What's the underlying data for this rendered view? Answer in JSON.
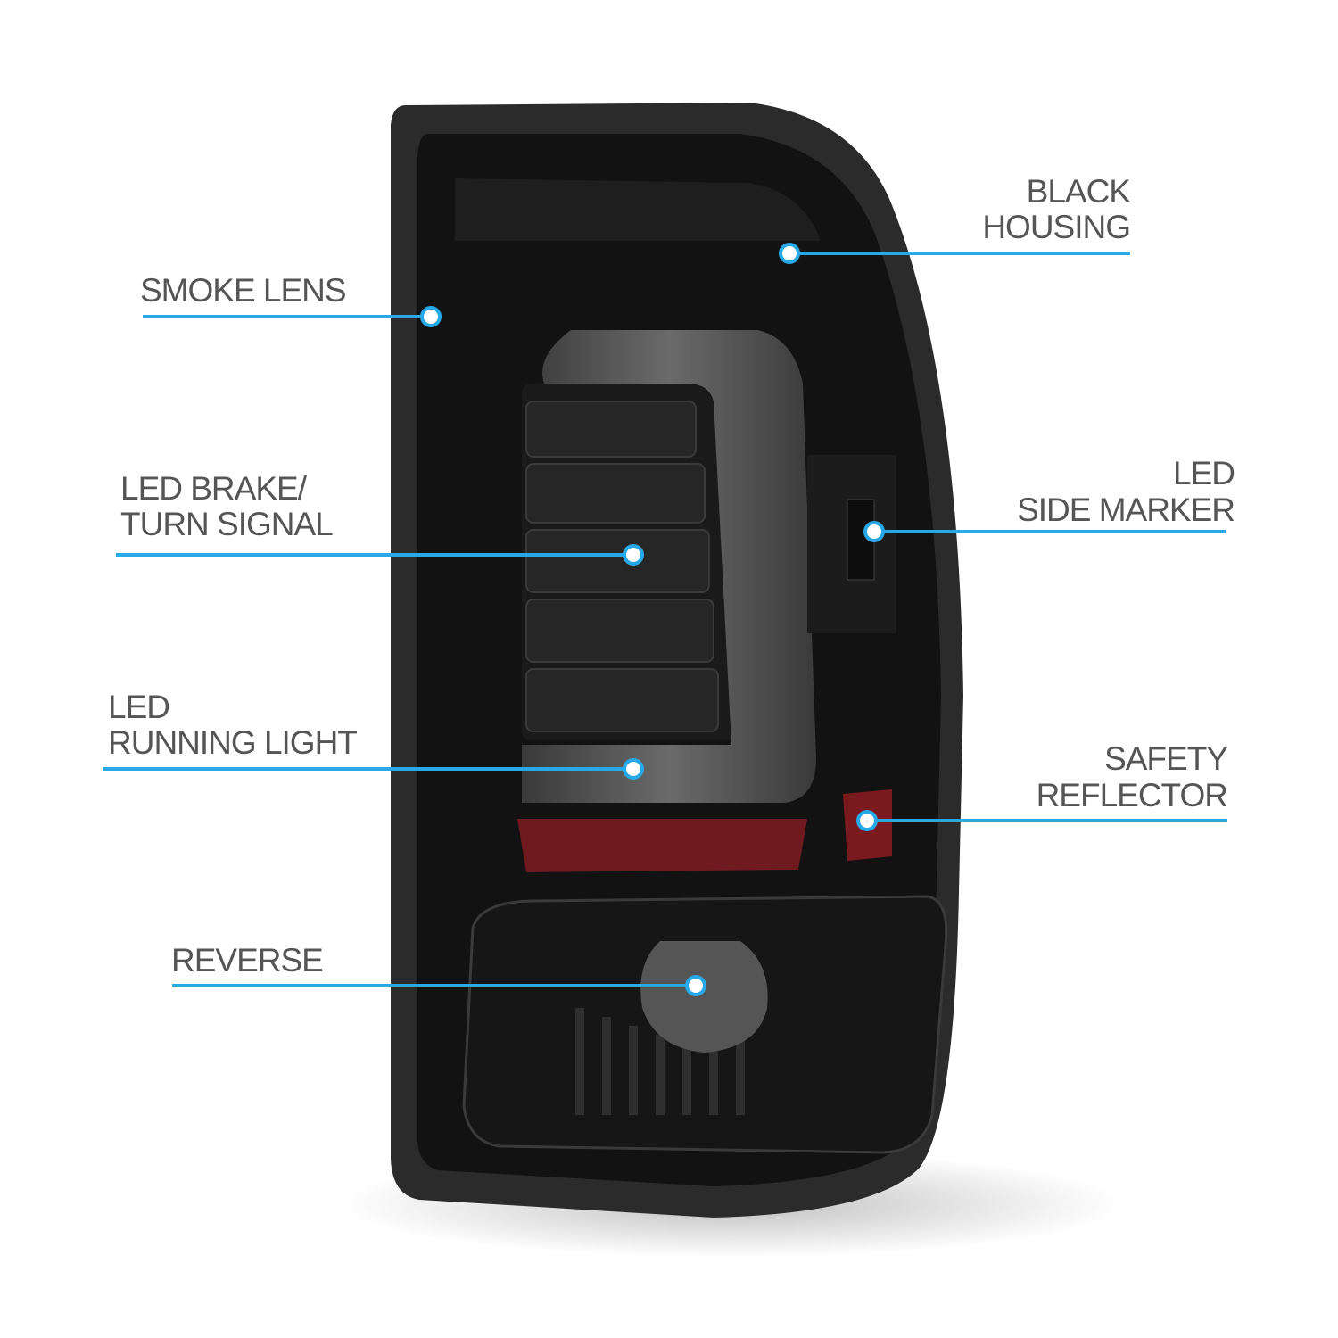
{
  "callouts": {
    "smoke_lens": [
      "SMOKE LENS"
    ],
    "black_housing": [
      "BLACK",
      "HOUSING"
    ],
    "led_brake": [
      "LED BRAKE/",
      "TURN SIGNAL"
    ],
    "led_side_marker": [
      "LED",
      "SIDE MARKER"
    ],
    "led_running": [
      "LED",
      "RUNNING LIGHT"
    ],
    "safety_reflector": [
      "SAFETY",
      "REFLECTOR"
    ],
    "reverse": [
      "REVERSE"
    ]
  },
  "colors": {
    "accent": "#29a8e8",
    "label": "#555555",
    "housing": "#141414",
    "reflector": "#7a1a1e"
  }
}
